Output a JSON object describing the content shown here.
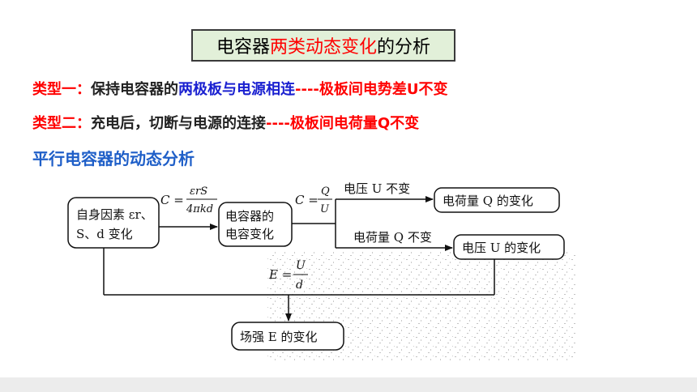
{
  "title": {
    "part1": "电容器",
    "part2": "两类动态变化",
    "part3": "的分析"
  },
  "type1": {
    "label": "类型一：",
    "text1": "保持电容器的",
    "text2": "两极板与电源相连",
    "text3": "----极板间电势差U不变"
  },
  "type2": {
    "label": "类型二：",
    "text1": "充电后，切断与电源的连接",
    "text2": "----极板间电荷量Q不变"
  },
  "heading": "平行电容器的动态分析",
  "diagram": {
    "box_factors_line1": "自身因素 εr、",
    "box_factors_line2": "S、d 变化",
    "formula1_left": "C =",
    "formula1_num": "εrS",
    "formula1_den": "4πkd",
    "box_capacitance_line1": "电容器的",
    "box_capacitance_line2": "电容变化",
    "formula2_left": "C =",
    "formula2_num": "Q",
    "formula2_den": "U",
    "label_u_const": "电压 U 不变",
    "box_q_change": "电荷量 Q 的变化",
    "label_q_const": "电荷量 Q 不变",
    "box_u_change": "电压 U 的变化",
    "formula3_left": "E =",
    "formula3_num": "U",
    "formula3_den": "d",
    "box_e_change": "场强 E 的变化"
  },
  "colors": {
    "title_bg": "#e2f0d9",
    "red": "#ff0000",
    "blue": "#1a20d0",
    "heading_blue": "#1f5fc8"
  }
}
